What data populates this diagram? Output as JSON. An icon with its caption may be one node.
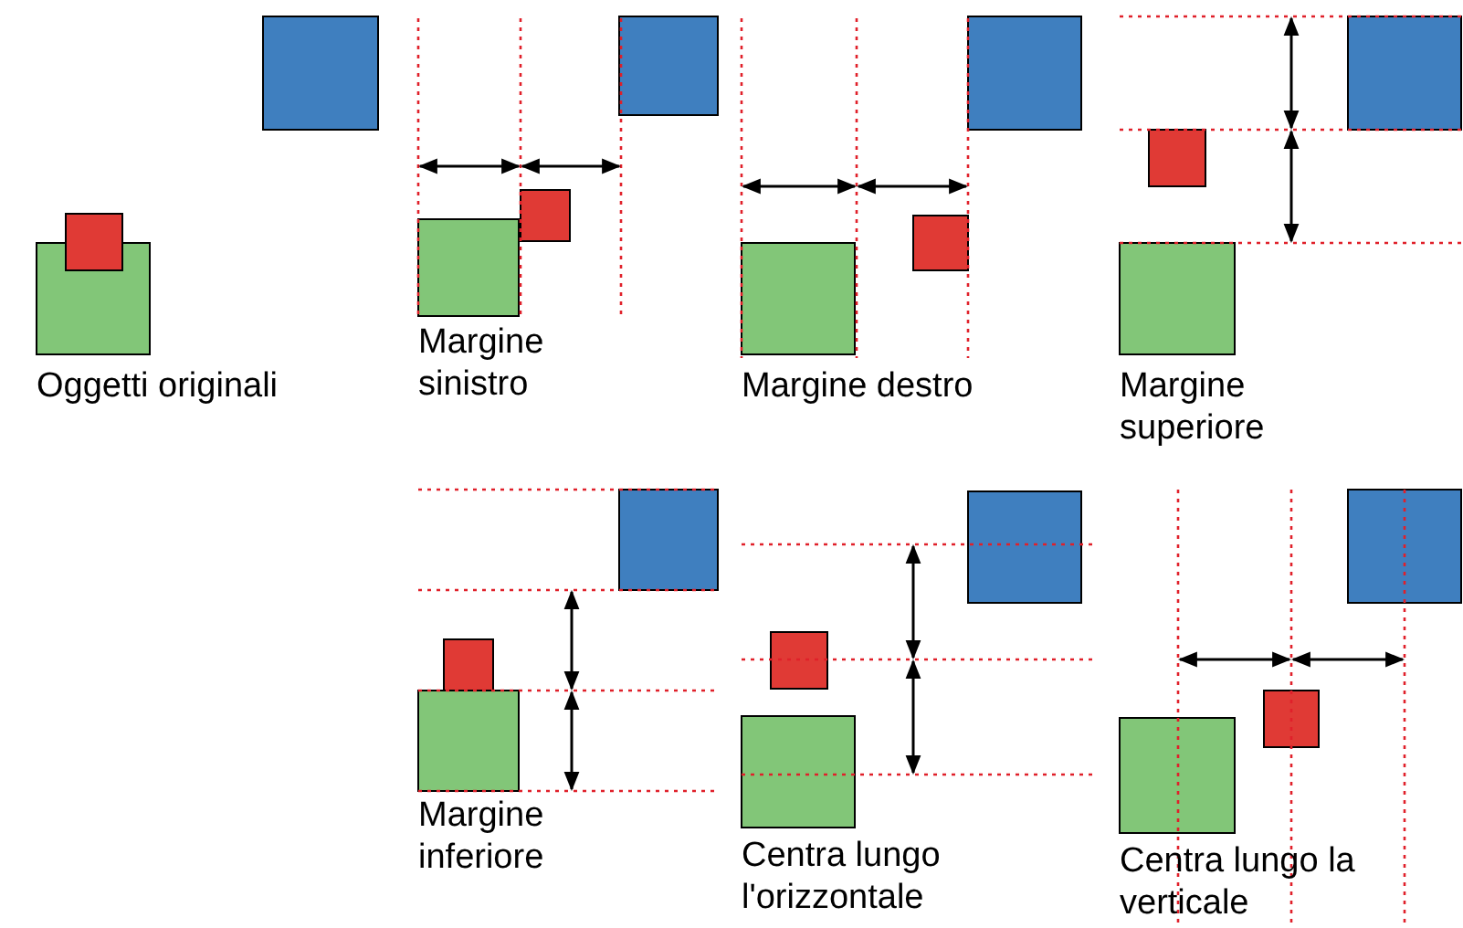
{
  "diagram": {
    "labels": [
      "Oggetti originali",
      "Margine sinistro",
      "Margine destro",
      "Margine superiore",
      "Margine inferiore",
      "Centra lungo l'orizzontale",
      "Centra lungo la verticale"
    ]
  }
}
